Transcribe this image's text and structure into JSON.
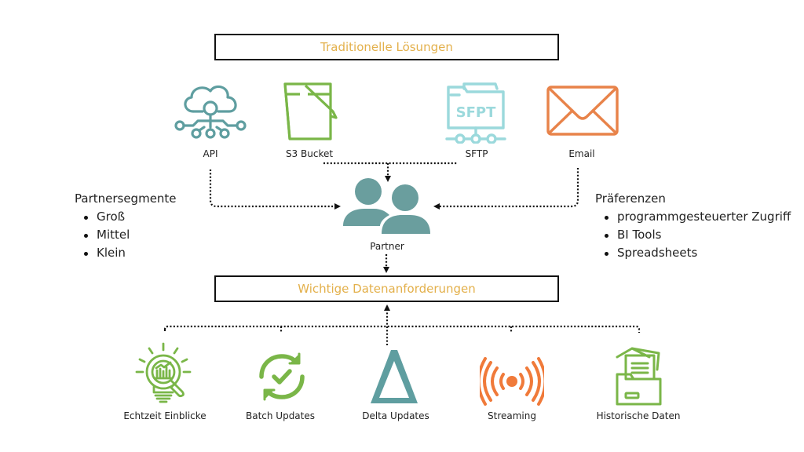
{
  "top_box": {
    "title": "Traditionelle Lösungen"
  },
  "bottom_box": {
    "title": "Wichtige Datenanforderungen"
  },
  "channels": [
    {
      "label": "API",
      "icon": "cloud-network-icon",
      "color": "#5f9ea0"
    },
    {
      "label": "S3 Bucket",
      "icon": "bucket-icon",
      "color": "#7ab648"
    },
    {
      "label": "SFTP",
      "icon": "sftp-folder-icon",
      "icon_text": "SFPT",
      "color": "#9bd9dc"
    },
    {
      "label": "Email",
      "icon": "envelope-icon",
      "color": "#e8834a"
    }
  ],
  "center": {
    "label": "Partner",
    "icon": "users-icon",
    "color": "#6a9e9e"
  },
  "partner_segments": {
    "title": "Partnersegmente",
    "items": [
      "Groß",
      "Mittel",
      "Klein"
    ]
  },
  "preferences": {
    "title": "Präferenzen",
    "items": [
      "programmgesteuerter Zugriff",
      "BI Tools",
      "Spreadsheets"
    ]
  },
  "requirements": [
    {
      "label": "Echtzeit Einblicke",
      "icon": "lightbulb-insight-icon",
      "color": "#7ab648"
    },
    {
      "label": "Batch Updates",
      "icon": "sync-check-icon",
      "color": "#7ab648"
    },
    {
      "label": "Delta Updates",
      "icon": "delta-icon",
      "color": "#5f9ea0"
    },
    {
      "label": "Streaming",
      "icon": "broadcast-icon",
      "color": "#f07a3a"
    },
    {
      "label": "Historische Daten",
      "icon": "folder-documents-icon",
      "color": "#7ab648"
    }
  ],
  "colors": {
    "heading_text": "#e3b04b",
    "connector": "#111111"
  }
}
